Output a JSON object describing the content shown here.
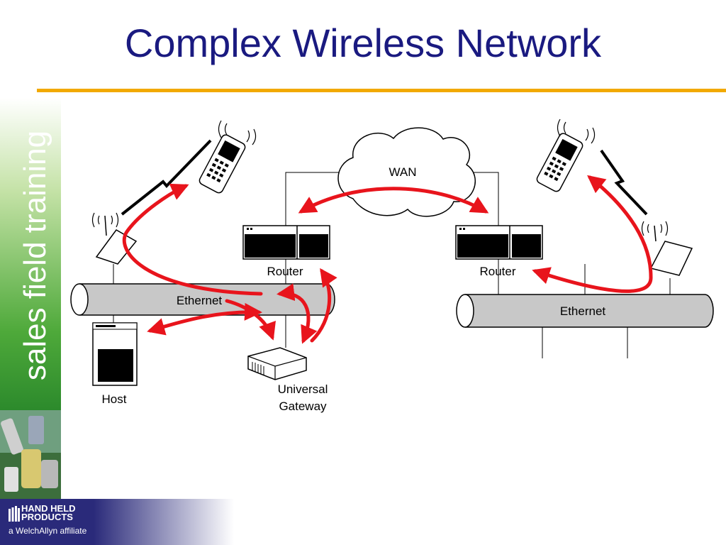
{
  "slide": {
    "title": "Complex Wireless Network",
    "side_label": "sales field training"
  },
  "brand": {
    "name": "HAND HELD PRODUCTS",
    "tagline": "a WelchAllyn affiliate"
  },
  "diagram": {
    "nodes": {
      "wan": "WAN",
      "router_left": "Router",
      "router_right": "Router",
      "ethernet_left": "Ethernet",
      "ethernet_right": "Ethernet",
      "host": "Host",
      "gateway_line1": "Universal",
      "gateway_line2": "Gateway"
    }
  },
  "colors": {
    "title": "#1a1a80",
    "accent_rule": "#f2a900",
    "arrow": "#e8141c",
    "brand_bar": "#2a2a7a",
    "side_band": "#4ea93a"
  }
}
